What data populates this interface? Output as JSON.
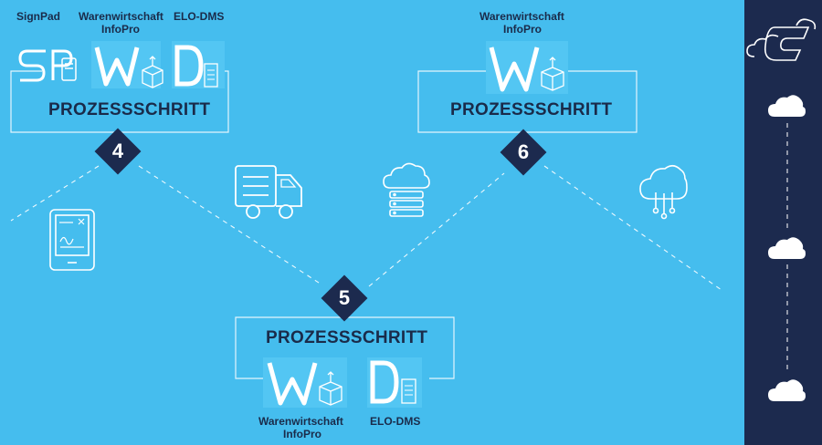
{
  "step4": {
    "title": "PROZESSSCHRITT",
    "number": "4",
    "labels": {
      "signpad": "SignPad",
      "warenwirtschaft": "Warenwirtschaft",
      "infopro": "InfoPro",
      "elodms": "ELO-DMS"
    }
  },
  "step5": {
    "title": "PROZESSSCHRITT",
    "number": "5",
    "labels": {
      "warenwirtschaft": "Warenwirtschaft",
      "infopro": "InfoPro",
      "elodms": "ELO-DMS"
    }
  },
  "step6": {
    "title": "PROZESSSCHRITT",
    "number": "6",
    "labels": {
      "warenwirtschaft": "Warenwirtschaft",
      "infopro": "InfoPro"
    }
  },
  "icons": [
    "signpad-device-icon",
    "delivery-truck-icon",
    "cloud-server-icon",
    "cloud-network-icon"
  ],
  "sidebar": {
    "icons": [
      "logo-c-cloud-icon",
      "cloud-icon",
      "cloud-icon",
      "cloud-icon"
    ]
  },
  "colors": {
    "background": "#45bdee",
    "sidebar": "#1c2a4e",
    "diamond": "#1c2a4e",
    "text": "#1a2b4a",
    "lines": "#ffffff"
  }
}
